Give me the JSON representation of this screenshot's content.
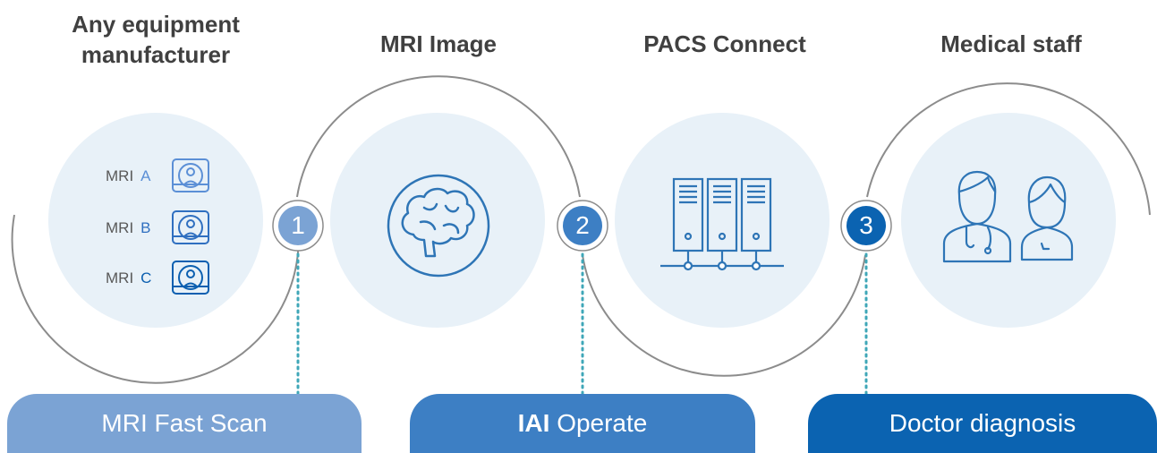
{
  "titles": {
    "equipment": "Any equipment manufacturer",
    "mri_image": "MRI Image",
    "pacs": "PACS Connect",
    "staff": "Medical staff"
  },
  "equipment": {
    "word": "MRI",
    "items": [
      "A",
      "B",
      "C"
    ]
  },
  "steps": [
    "1",
    "2",
    "3"
  ],
  "actions": {
    "fast_scan": "MRI Fast Scan",
    "operate_brand": "IAI",
    "operate_text": "Operate",
    "diagnosis": "Doctor diagnosis"
  },
  "colors": {
    "circle_fill": "#e8f1f8",
    "arc": "#8c8c8c",
    "icon": "#2e75b6",
    "step1": "#7ba3d4",
    "step2": "#3d7fc4",
    "step3": "#0b63b1",
    "letter_a": "#5b8fd6",
    "letter_b": "#2f6fc0",
    "letter_c": "#0b5fb0",
    "connector": "#3fa7b8"
  },
  "icons": [
    "mri-scanner-icon",
    "brain-icon",
    "server-rack-icon",
    "doctor-nurse-icon"
  ]
}
